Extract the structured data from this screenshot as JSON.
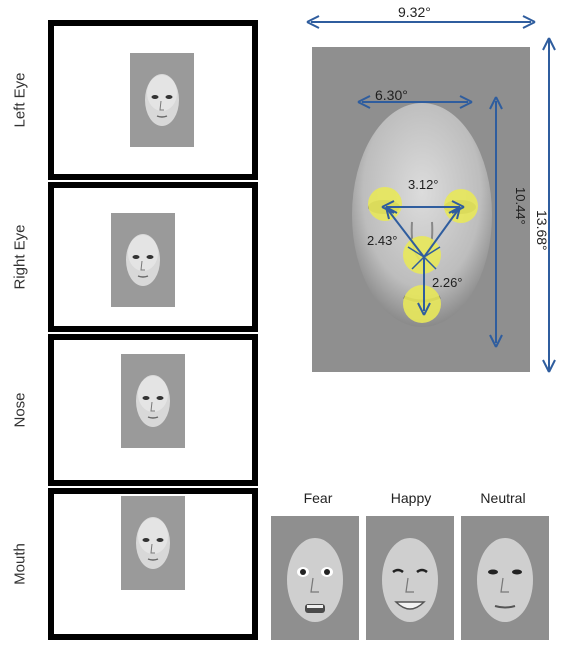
{
  "conditions": [
    {
      "label": "Left Eye"
    },
    {
      "label": "Right Eye"
    },
    {
      "label": "Nose"
    },
    {
      "label": "Mouth"
    }
  ],
  "dimensions": {
    "stimulus_width": "9.32°",
    "stimulus_height": "13.68°",
    "face_width": "6.30°",
    "face_height": "10.44°",
    "eye_to_eye": "3.12°",
    "eye_to_nose": "2.43°",
    "nose_to_mouth": "2.26°"
  },
  "expressions": [
    {
      "label": "Fear"
    },
    {
      "label": "Happy"
    },
    {
      "label": "Neutral"
    }
  ],
  "colors": {
    "arrow": "#2f5d9e",
    "fixation_roi": "#e8e85a",
    "background_gray": "#8f8f8f",
    "frame": "#000000"
  }
}
